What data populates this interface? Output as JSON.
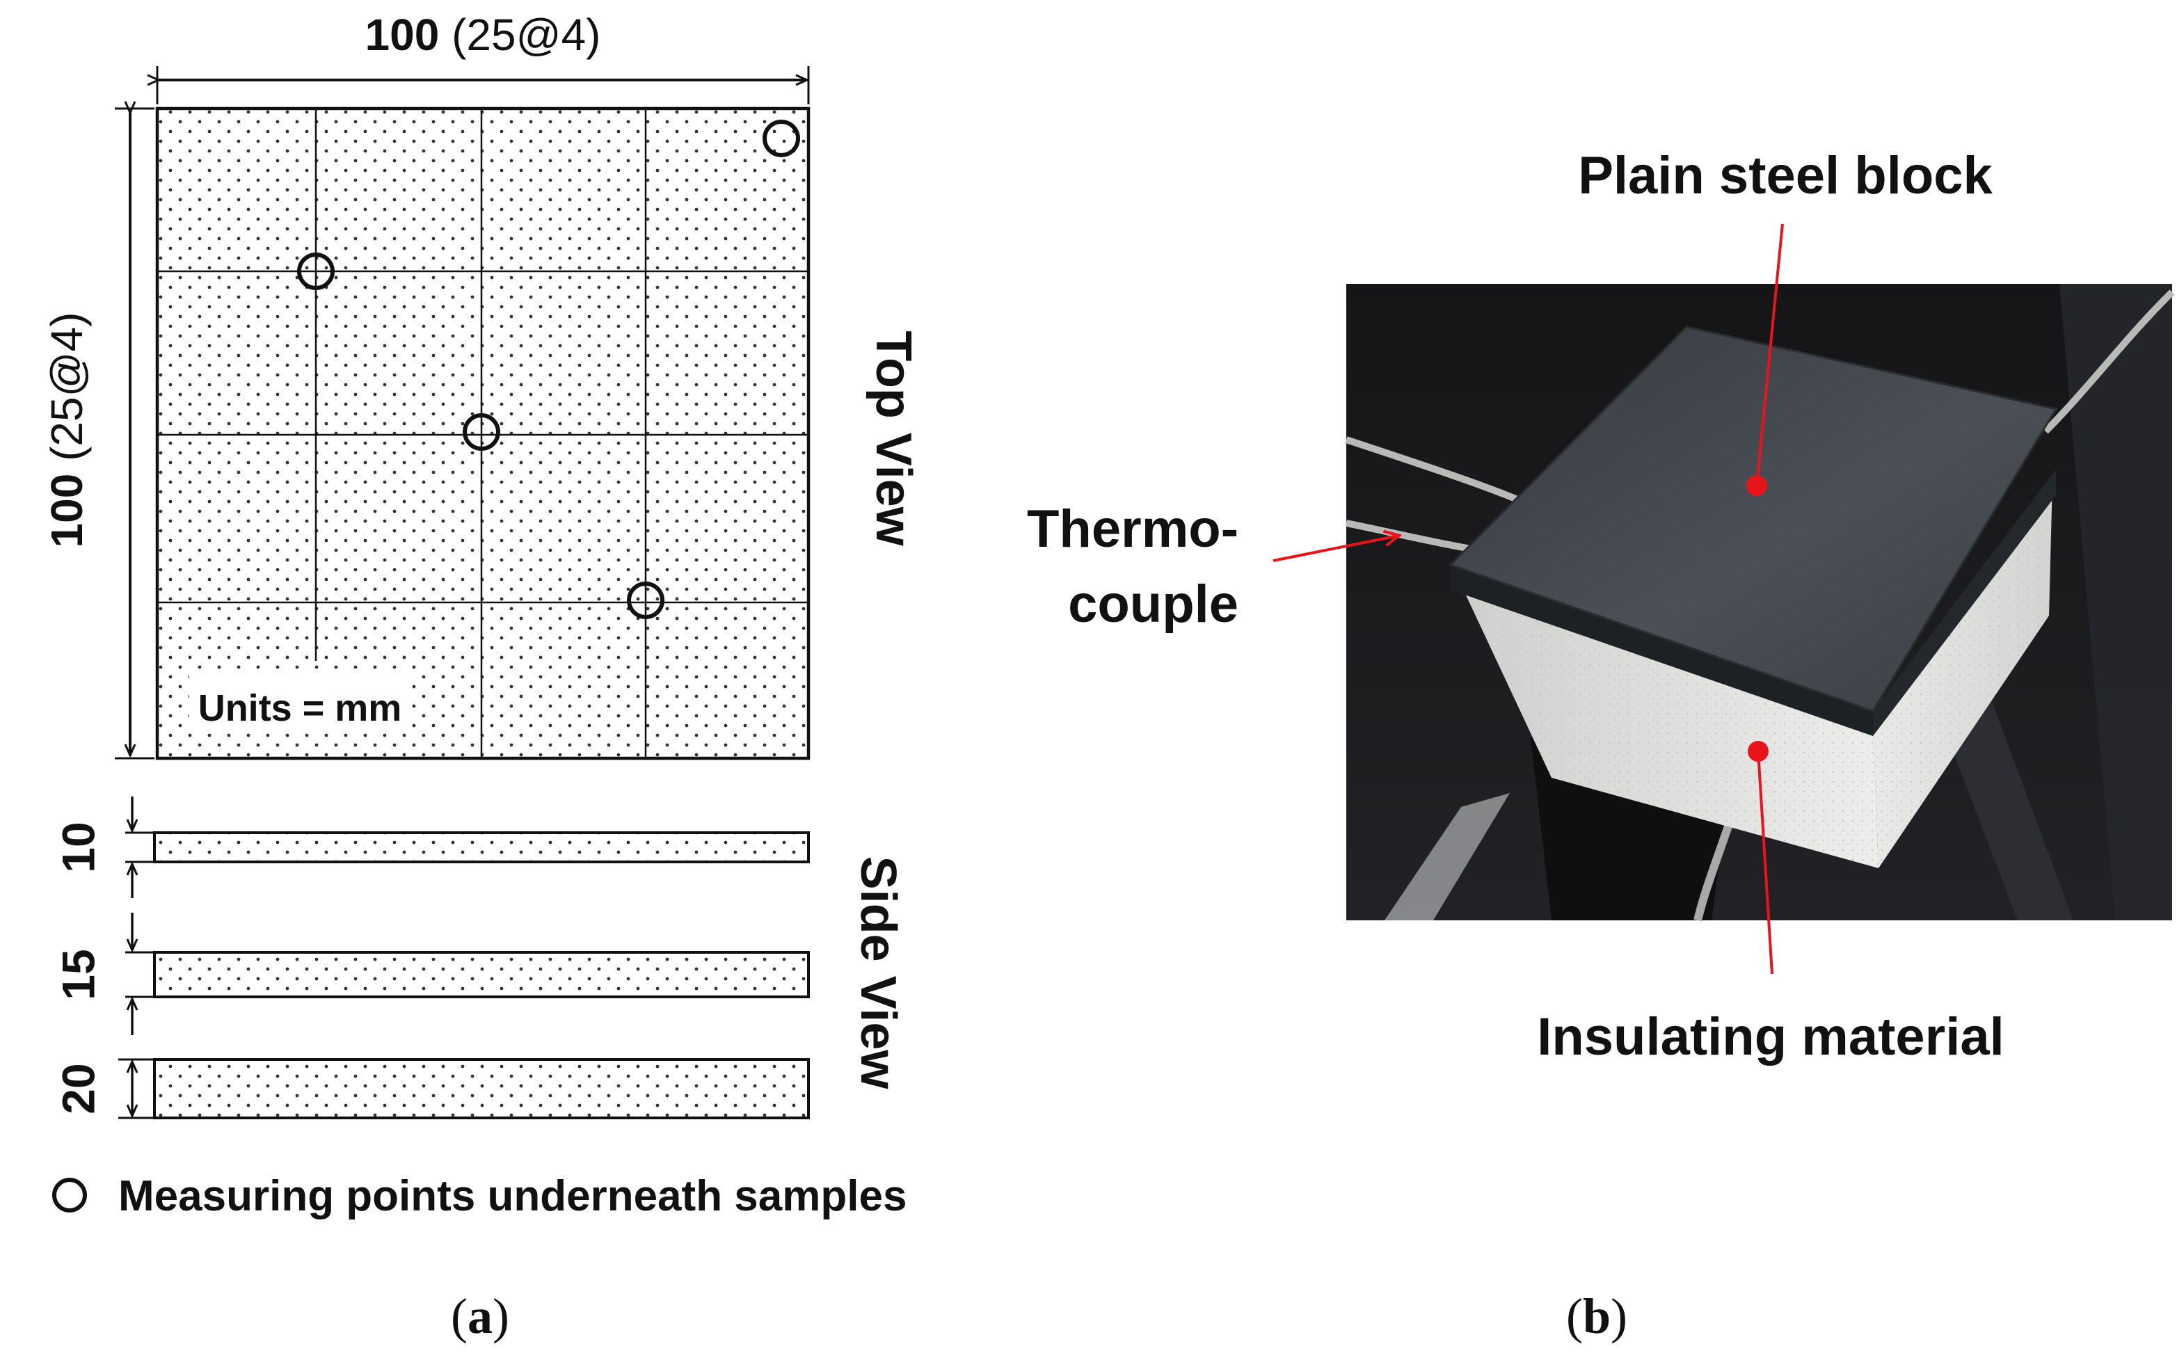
{
  "panel_a": {
    "top_dim_bold": "100",
    "top_dim_normal": " (25@4)",
    "side_dim_bold": "100",
    "side_dim_normal": " (25@4)",
    "units_label": "Units = mm",
    "top_view_label": "Top View",
    "side_view_label": "Side View",
    "thickness_labels": [
      "10",
      "15",
      "20"
    ],
    "legend_text": "Measuring points underneath samples",
    "caption_open": "(",
    "caption_letter": "a",
    "caption_close": ")"
  },
  "panel_b": {
    "label_steel": "Plain steel block",
    "label_thermo_1": "Thermo-",
    "label_thermo_2": "couple",
    "label_insulating": "Insulating material",
    "caption_open": "(",
    "caption_letter": "b",
    "caption_close": ")"
  },
  "colors": {
    "line": "#111111",
    "dot": "#333333",
    "callout": "#e8141c",
    "photo_background": "#1b1b1d",
    "steel_top": "#43484d",
    "insulation": "#e6e6e4"
  }
}
